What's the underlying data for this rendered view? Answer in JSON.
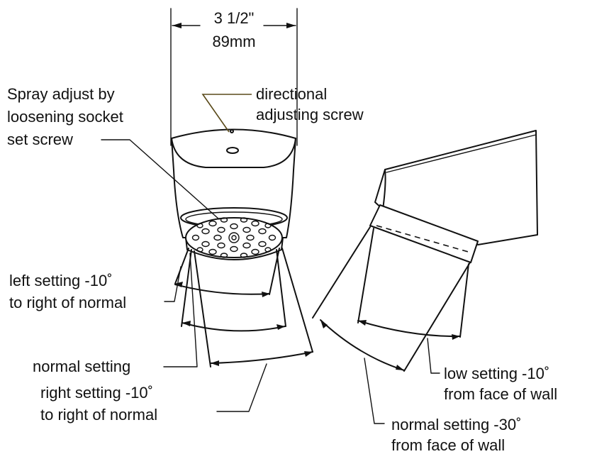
{
  "dimension": {
    "inches": "3 1/2\"",
    "mm": "89mm"
  },
  "labels": {
    "spray_adjust": [
      "Spray adjust by",
      "loosening socket",
      "set screw"
    ],
    "directional_screw": [
      "directional",
      "adjusting screw"
    ],
    "left_setting": [
      "left setting -10˚",
      "to right of normal"
    ],
    "normal_setting": "normal setting",
    "right_setting": [
      "right setting -10˚",
      "to right of normal"
    ],
    "low_setting": [
      "low setting -10˚",
      "from face of wall"
    ],
    "normal_setting_30": [
      "normal setting -30˚",
      "from face of wall"
    ]
  },
  "colors": {
    "ink": "#111111",
    "leader_accent": "#5a4a1a",
    "background": "#ffffff"
  }
}
